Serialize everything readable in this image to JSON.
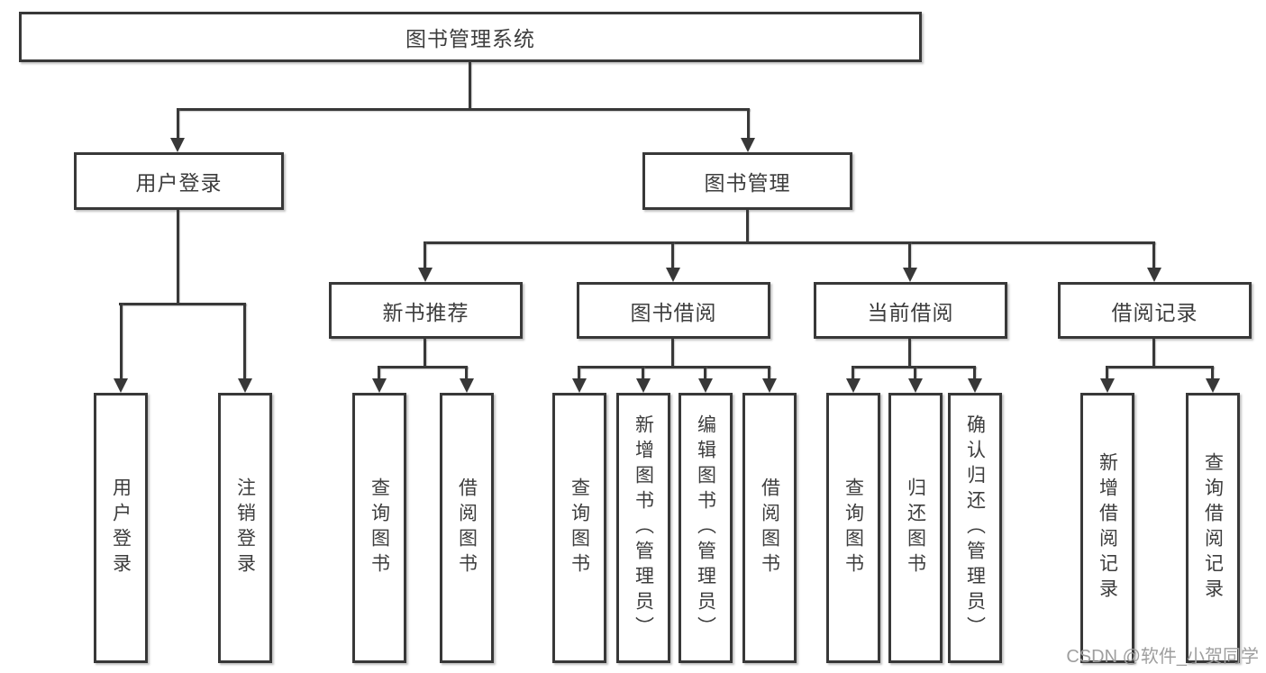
{
  "diagram": {
    "type": "tree",
    "root": {
      "label": "图书管理系统",
      "children": [
        {
          "label": "用户登录",
          "children": [
            {
              "label": "用户登录"
            },
            {
              "label": "注销登录"
            }
          ]
        },
        {
          "label": "图书管理",
          "children": [
            {
              "label": "新书推荐",
              "children": [
                {
                  "label": "查询图书"
                },
                {
                  "label": "借阅图书"
                }
              ]
            },
            {
              "label": "图书借阅",
              "children": [
                {
                  "label": "查询图书"
                },
                {
                  "label": "新增图书（管理员）"
                },
                {
                  "label": "编辑图书（管理员）"
                },
                {
                  "label": "借阅图书"
                }
              ]
            },
            {
              "label": "当前借阅",
              "children": [
                {
                  "label": "查询图书"
                },
                {
                  "label": "归还图书"
                },
                {
                  "label": "确认归还（管理员）"
                }
              ]
            },
            {
              "label": "借阅记录",
              "children": [
                {
                  "label": "新增借阅记录"
                },
                {
                  "label": "查询借阅记录"
                }
              ]
            }
          ]
        }
      ]
    }
  },
  "watermark": {
    "text": "CSDN @软件_小贺同学",
    "color": "#9e9e9e"
  },
  "colors": {
    "line": "#383838",
    "box_border": "#383838",
    "text": "#3d3d3d",
    "background": "#ffffff"
  }
}
